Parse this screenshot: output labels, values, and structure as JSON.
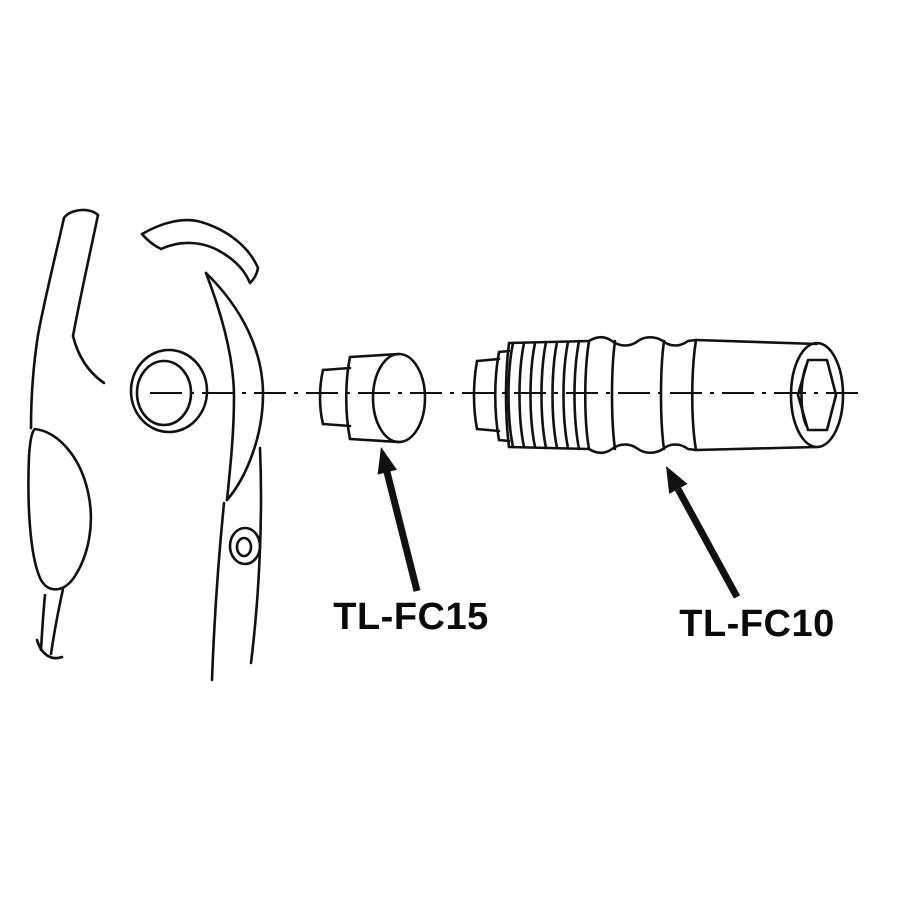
{
  "page": {
    "background_color": "#ffffff",
    "line_color": "#111111"
  },
  "diagram": {
    "type": "technical-line-illustration",
    "description": "exploded view of crank arm with two tools on a common centerline",
    "parts": [
      {
        "name": "crank-arm"
      },
      {
        "name": "cap-part",
        "label": "TL-FC15"
      },
      {
        "name": "tool-part",
        "label": "TL-FC10"
      }
    ],
    "labels": [
      {
        "text": "TL-FC15"
      },
      {
        "text": "TL-FC10"
      }
    ]
  }
}
